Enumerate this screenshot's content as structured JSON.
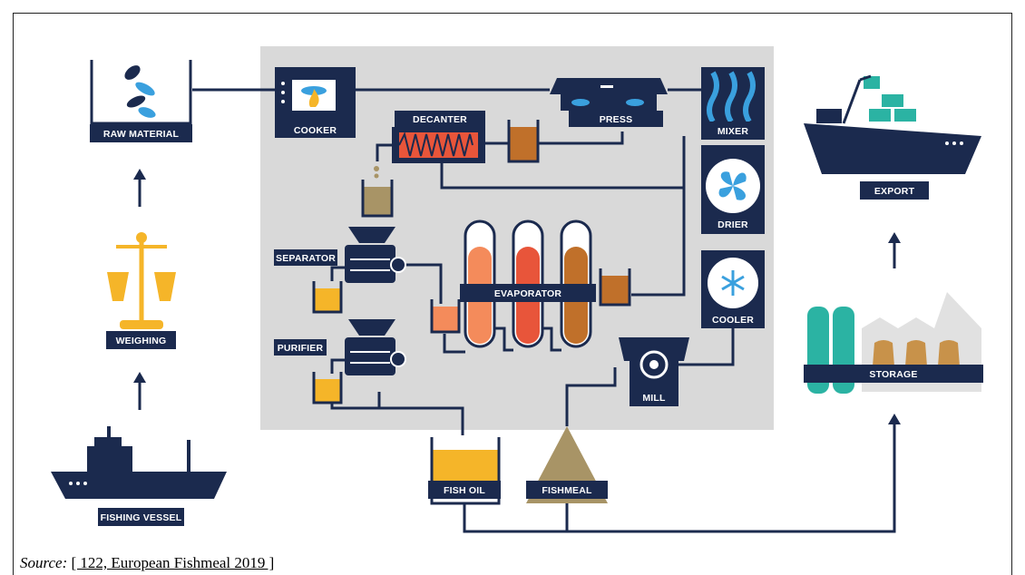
{
  "labels": {
    "raw_material": "RAW MATERIAL",
    "weighing": "WEIGHING",
    "fishing_vessel": "FISHING VESSEL",
    "cooker": "COOKER",
    "decanter": "DECANTER",
    "press": "PRESS",
    "mixer": "MIXER",
    "drier": "DRIER",
    "cooler": "COOLER",
    "separator": "SEPARATOR",
    "purifier": "PURIFIER",
    "evaporator": "EVAPORATOR",
    "mill": "MILL",
    "fish_oil": "FISH OIL",
    "fishmeal": "FISHMEAL",
    "export": "EXPORT",
    "storage": "STORAGE"
  },
  "source": {
    "label": "Source:",
    "reference": "[ 122, European Fishmeal 2019 ]"
  },
  "colors": {
    "navy": "#1b2a4e",
    "panel_gray": "#d9d9d9",
    "oil_yellow": "#f5b529",
    "meal_tan": "#a89466",
    "teal": "#2bb3a3",
    "sky_blue": "#3aa0de",
    "evap_light": "#f48b5b",
    "evap_mid": "#e8553a",
    "evap_dark": "#c0702a"
  }
}
